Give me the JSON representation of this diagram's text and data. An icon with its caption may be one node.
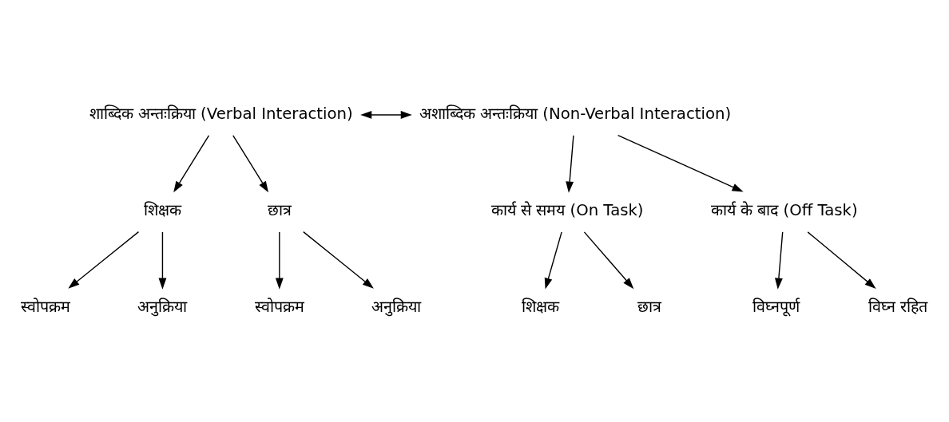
{
  "diagram": {
    "nodes": [
      {
        "text": [
          "शाब्दिक अन्तःक्रिया (Verbal Interaction)"
        ]
      },
      {
        "text": [
          "अशाब्दिक अन्तःक्रिया (Non-Verbal Interaction)"
        ]
      },
      {
        "text": [
          "शिक्षक"
        ]
      },
      {
        "text": [
          "छात्र"
        ]
      },
      {
        "text": [
          "कार्य से समय (On Task)"
        ]
      },
      {
        "text": [
          "कार्य के बाद (Off Task)"
        ]
      },
      {
        "text": [
          "स्वोपक्रम"
        ]
      },
      {
        "text": [
          "अनुक्रिया"
        ]
      },
      {
        "text": [
          "स्वोपक्रम"
        ]
      },
      {
        "text": [
          "अनुक्रिया"
        ]
      },
      {
        "text": [
          "शिक्षक"
        ]
      },
      {
        "text": [
          "छात्र"
        ]
      },
      {
        "text": [
          "विघ्नपूर्ण"
        ]
      },
      {
        "text": [
          "विघ्न रहित"
        ]
      }
    ],
    "edges": [
      {
        "from": 0,
        "to": 1,
        "arrow": "both"
      },
      {
        "from": 0,
        "to": 2,
        "arrow": "to"
      },
      {
        "from": 0,
        "to": 3,
        "arrow": "to"
      },
      {
        "from": 1,
        "to": 4,
        "arrow": "to"
      },
      {
        "from": 1,
        "to": 5,
        "arrow": "to"
      },
      {
        "from": 2,
        "to": 6,
        "arrow": "to"
      },
      {
        "from": 2,
        "to": 7,
        "arrow": "to"
      },
      {
        "from": 3,
        "to": 8,
        "arrow": "to"
      },
      {
        "from": 3,
        "to": 9,
        "arrow": "to"
      },
      {
        "from": 4,
        "to": 10,
        "arrow": "to"
      },
      {
        "from": 4,
        "to": 11,
        "arrow": "to"
      },
      {
        "from": 5,
        "to": 12,
        "arrow": "to"
      },
      {
        "from": 5,
        "to": 13,
        "arrow": "to"
      }
    ]
  }
}
